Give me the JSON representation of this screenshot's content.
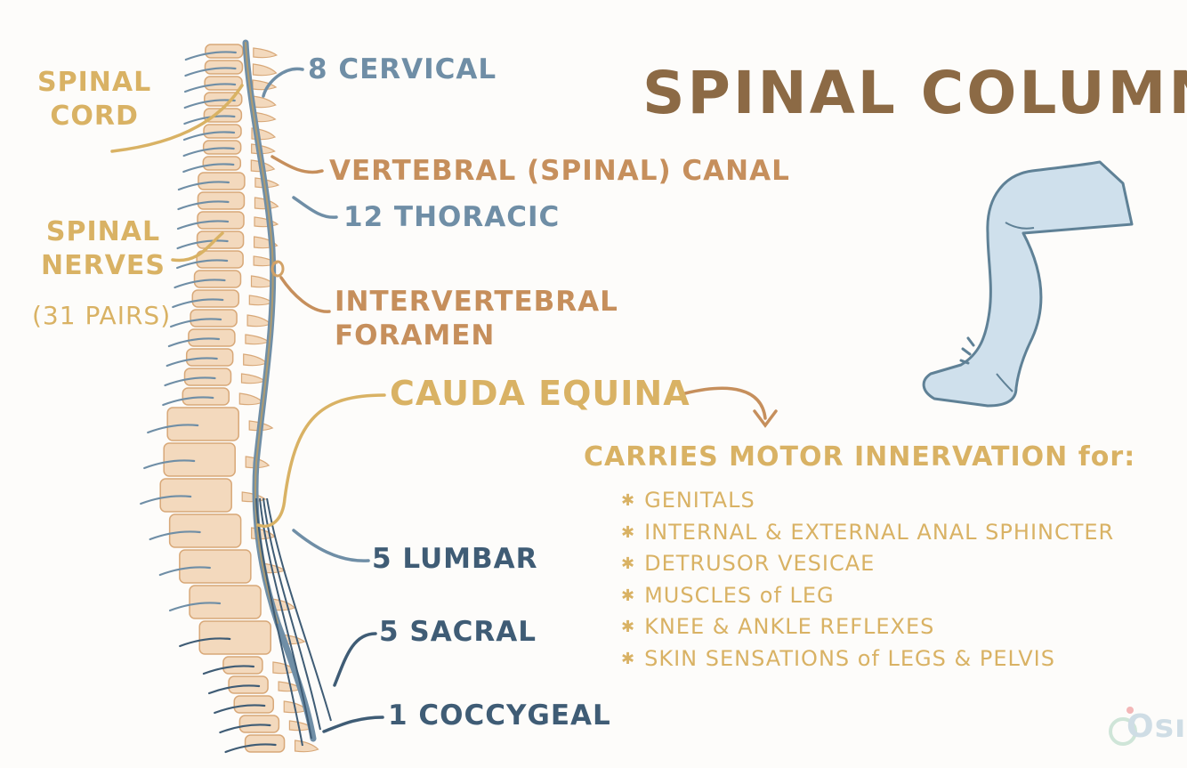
{
  "title": "SPINAL COLUMN",
  "labels": {
    "spinal_cord": [
      "SPINAL",
      "CORD"
    ],
    "cervical": "8 CERVICAL",
    "vertebral_canal": "VERTEBRAL (SPINAL) CANAL",
    "thoracic": "12 THORACIC",
    "spinal_nerves": [
      "SPINAL",
      "NERVES"
    ],
    "pairs": "(31 PAIRS)",
    "intervertebral": [
      "INTERVERTEBRAL",
      "FORAMEN"
    ],
    "cauda_equina": "CAUDA EQUINA",
    "lumbar": "5 LUMBAR",
    "sacral": "5 SACRAL",
    "coccygeal": "1 COCCYGEAL"
  },
  "motor": {
    "heading": "CARRIES MOTOR INNERVATION for:",
    "bullet_symbol": "✱",
    "items": [
      "GENITALS",
      "INTERNAL & EXTERNAL ANAL SPHINCTER",
      "DETRUSOR VESICAE",
      "MUSCLES of LEG",
      "KNEE & ANKLE REFLEXES",
      "SKIN SENSATIONS of LEGS & PELVIS"
    ]
  },
  "logo": {
    "text": "Osı",
    "icon": "osmosis-logo"
  },
  "colors": {
    "title": "#8c6a45",
    "gold": "#d9b264",
    "tan": "#c68f5c",
    "bone": "#f3d9bd",
    "bone_outline": "#d8a878",
    "nerve": "#6f8ea6",
    "nerve_dark": "#3f5c75",
    "leg": "#cfe0ec"
  }
}
